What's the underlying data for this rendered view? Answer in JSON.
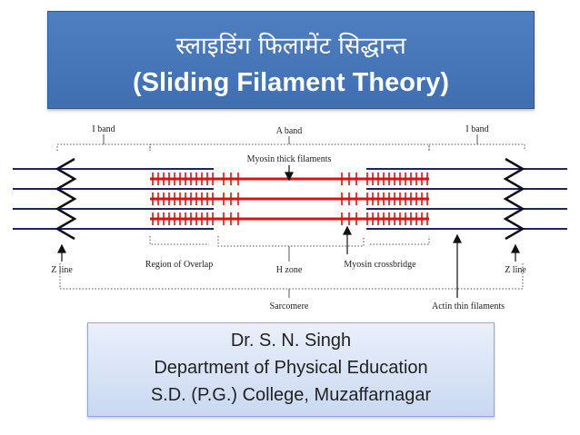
{
  "title": {
    "hindi": "स्लाइडिंग फिलामेंट सिद्धान्त",
    "english": "(Sliding Filament Theory)"
  },
  "diagram": {
    "labels": {
      "i_band_left": "I band",
      "a_band": "A band",
      "i_band_right": "I band",
      "myosin_thick": "Myosin thick filaments",
      "z_line_left": "Z line",
      "region_overlap": "Region of Overlap",
      "h_zone": "H zone",
      "myosin_crossbridge": "Myosin crossbridge",
      "z_line_right": "Z line",
      "sarcomere": "Sarcomere",
      "actin_thin": "Actin thin filaments"
    },
    "colors": {
      "actin": "#1a1aa6",
      "myosin": "#dd1111",
      "z_line": "#111111"
    }
  },
  "author": {
    "name": "Dr. S. N. Singh",
    "department": "Department of Physical Education",
    "college": "S.D. (P.G.) College, Muzaffarnagar"
  }
}
